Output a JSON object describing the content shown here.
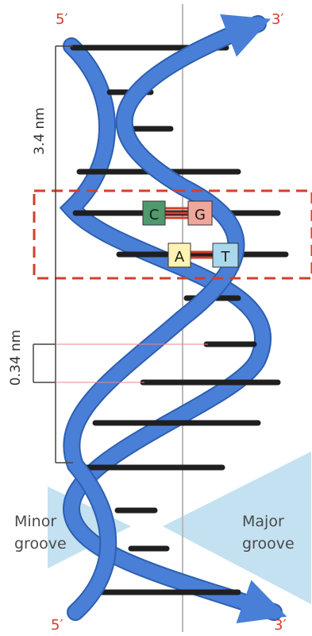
{
  "strand_labels": {
    "top_left": "5′",
    "top_right": "3′",
    "bottom_left": "5′",
    "bottom_right": "3′"
  },
  "measurements": {
    "helix_turn": "3.4 nm",
    "base_pair_spacing": "0.34 nm"
  },
  "base_pairs": {
    "pair1": {
      "left": "C",
      "right": "G"
    },
    "pair2": {
      "left": "A",
      "right": "T"
    }
  },
  "grooves": {
    "minor": [
      "Minor",
      "groove"
    ],
    "major": [
      "Major",
      "groove"
    ]
  },
  "colors": {
    "backbone": "#4a7fd8",
    "backbone_edge": "#2e5fb0",
    "rungs": "#1f1f1f",
    "guide": "#b9b9b9",
    "accent_red": "#d23f2c",
    "groove_fill": "#b8dcee",
    "box_C": "#4f9a6c",
    "box_G": "#f0a69a",
    "box_A": "#fff3b4",
    "box_T": "#a9d8ee"
  }
}
